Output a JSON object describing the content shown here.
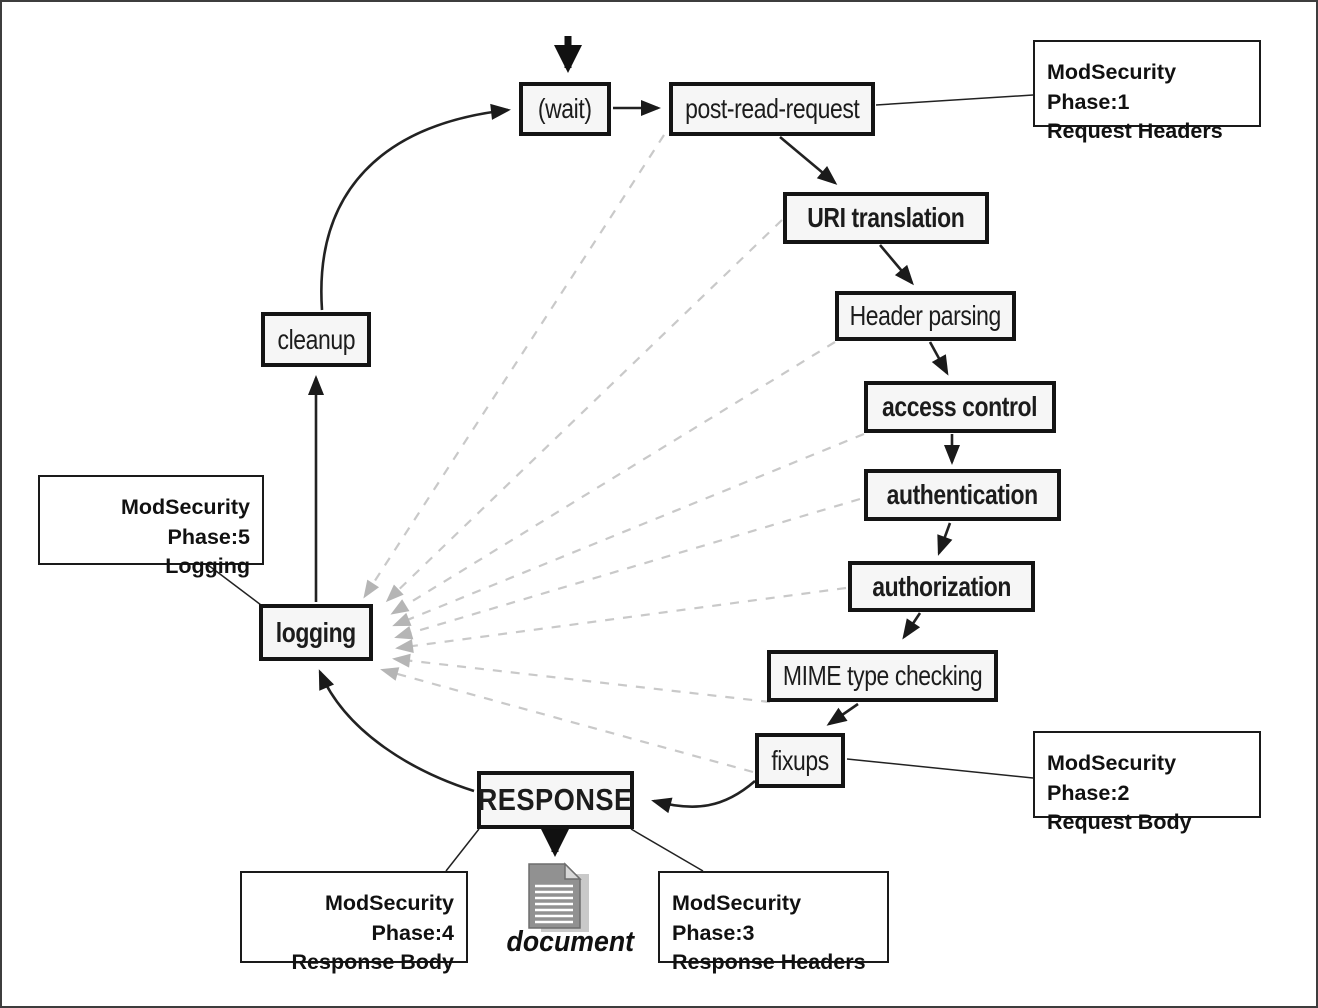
{
  "diagram_type": "flow-diagram",
  "subject": "Apache request cycle with ModSecurity processing phases",
  "nodes": {
    "wait": {
      "label": "(wait)"
    },
    "post_read_request": {
      "label": "post-read-request"
    },
    "uri_translation": {
      "label": "URI translation"
    },
    "header_parsing": {
      "label": "Header parsing"
    },
    "access_control": {
      "label": "access control"
    },
    "authentication": {
      "label": "authentication"
    },
    "authorization": {
      "label": "authorization"
    },
    "mime_type_checking": {
      "label": "MIME type checking"
    },
    "fixups": {
      "label": "fixups"
    },
    "response": {
      "label": "RESPONSE"
    },
    "logging": {
      "label": "logging"
    },
    "cleanup": {
      "label": "cleanup"
    },
    "document": {
      "label": "document"
    }
  },
  "callouts": {
    "phase1": {
      "line1": "ModSecurity Phase:1",
      "line2": "Request Headers",
      "attached_to": "post-read-request"
    },
    "phase2": {
      "line1": "ModSecurity Phase:2",
      "line2": "Request Body",
      "attached_to": "fixups"
    },
    "phase3": {
      "line1": "ModSecurity Phase:3",
      "line2": "Response Headers",
      "attached_to": "RESPONSE"
    },
    "phase4": {
      "line1": "ModSecurity Phase:4",
      "line2": "Response Body",
      "attached_to": "RESPONSE"
    },
    "phase5": {
      "line1": "ModSecurity Phase:5",
      "line2": "Logging",
      "attached_to": "logging"
    }
  },
  "edges": {
    "solid": [
      {
        "from": "(start)",
        "to": "(wait)"
      },
      {
        "from": "(wait)",
        "to": "post-read-request"
      },
      {
        "from": "post-read-request",
        "to": "URI translation"
      },
      {
        "from": "URI translation",
        "to": "Header parsing"
      },
      {
        "from": "Header parsing",
        "to": "access control"
      },
      {
        "from": "access control",
        "to": "authentication"
      },
      {
        "from": "authentication",
        "to": "authorization"
      },
      {
        "from": "authorization",
        "to": "MIME type checking"
      },
      {
        "from": "MIME type checking",
        "to": "fixups"
      },
      {
        "from": "fixups",
        "to": "RESPONSE"
      },
      {
        "from": "RESPONSE",
        "to": "logging"
      },
      {
        "from": "logging",
        "to": "cleanup"
      },
      {
        "from": "cleanup",
        "to": "(wait)"
      },
      {
        "from": "RESPONSE",
        "to": "document"
      }
    ],
    "dashed_to_logging": [
      "post-read-request",
      "URI translation",
      "Header parsing",
      "access control",
      "authentication",
      "authorization",
      "MIME type checking",
      "fixups"
    ]
  },
  "colors": {
    "node_fill": "#f6f6f6",
    "node_border": "#141414",
    "solid_edge": "#222222",
    "dashed_edge": "#c9c9c9",
    "dashed_arrowhead": "#b5b5b5",
    "callout_border": "#1a1a1a",
    "document_icon": "#919191",
    "document_shadow": "#c9c9c9"
  }
}
